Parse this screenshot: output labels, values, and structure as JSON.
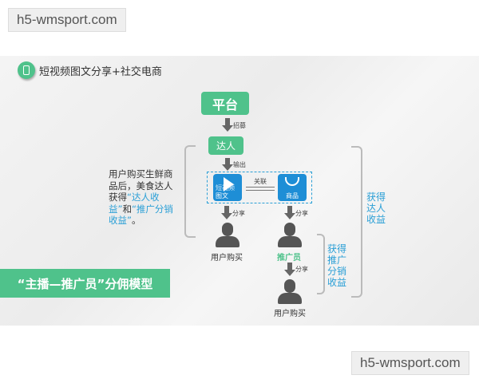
{
  "watermarks": {
    "top": "h5-wmsport.com",
    "bottom": "h5-wmsport.com"
  },
  "header": {
    "title": "短视频图文分享+社交电商",
    "icon": "phone-icon"
  },
  "flow": {
    "platform": "平台",
    "recruit": "招募",
    "talent": "达人",
    "output": "输出",
    "tile_video": {
      "line1": "短视频",
      "line2": "图文",
      "icon": "play-icon"
    },
    "tile_goods": {
      "label": "商品",
      "icon": "shopping-bag-icon"
    },
    "link": "关联",
    "share": "分享",
    "user_buy": "用户购买",
    "promoter": "推广员"
  },
  "description": {
    "part1": "用户购买生鲜商品后，美食达人获得",
    "hl1": "“达人收益”",
    "part2": "和",
    "hl2": "“推广分销收益”",
    "part3": "。"
  },
  "right_labels": {
    "talent_income": "获得达人收益",
    "promo_income": "获得推广分销收益"
  },
  "banner": "“主播—推广员”分佣模型",
  "colors": {
    "green": "#4fc28b",
    "blue": "#1e8ed6",
    "accent_text": "#2a9fd6"
  }
}
